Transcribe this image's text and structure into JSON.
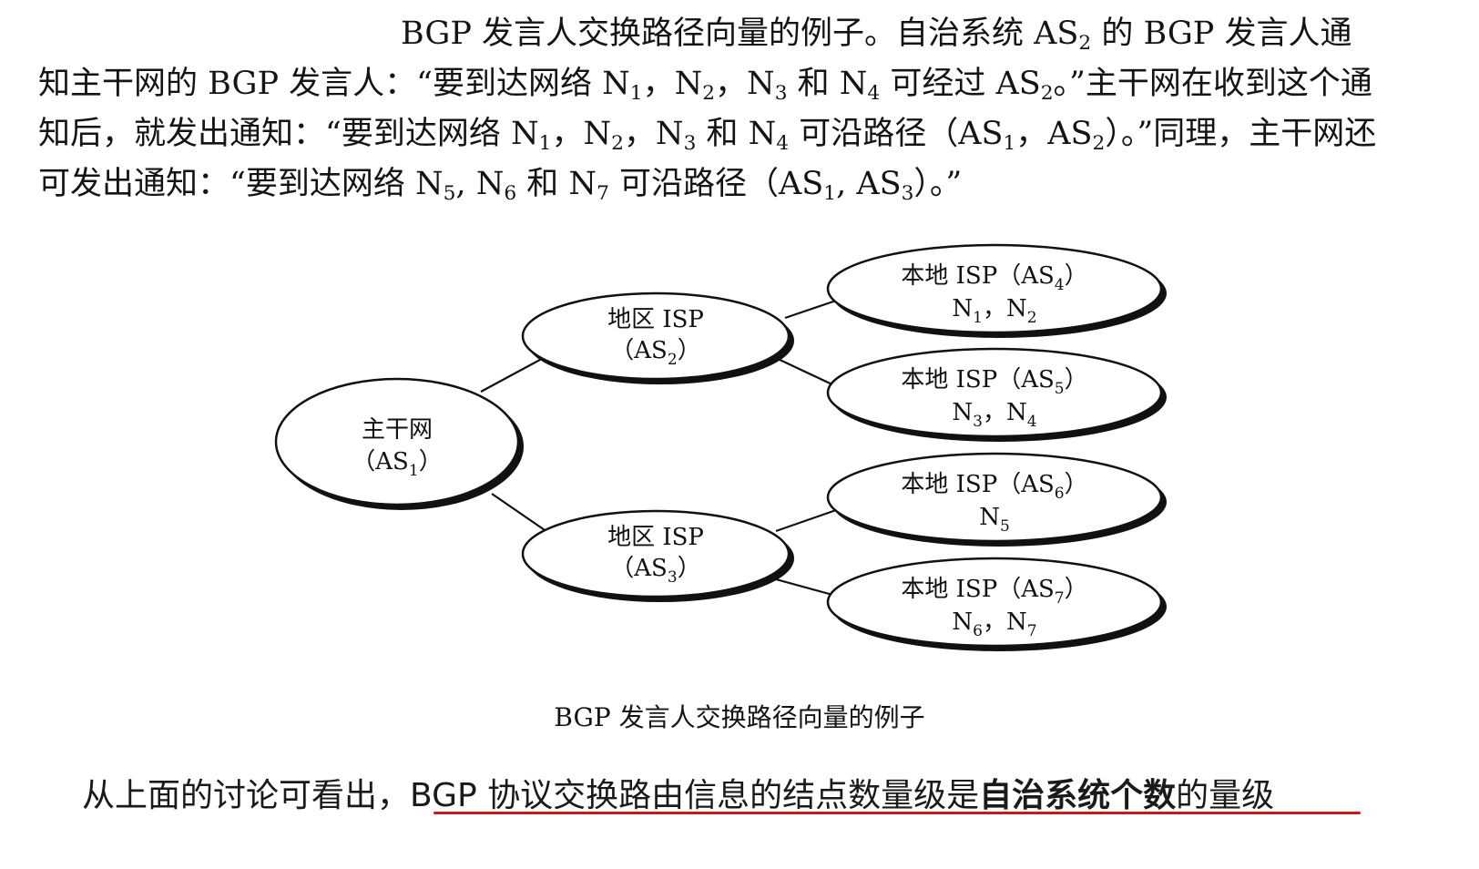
{
  "paragraph": {
    "line1_a": "BGP 发言人交换路径向量的例子。自治系统 AS",
    "line1_sub": "2",
    "line1_b": " 的 BGP 发言人通",
    "line2_a": "知主干网的 BGP 发言人：“要到达网络 N",
    "line2_s1": "1",
    "line2_b": "，N",
    "line2_s2": "2",
    "line2_c": "，N",
    "line2_s3": "3",
    "line2_d": " 和 N",
    "line2_s4": "4",
    "line2_e": " 可经过 AS",
    "line2_s5": "2",
    "line2_f": "。”主干网在收到这个通",
    "line3_a": "知后，就发出通知：“要到达网络 N",
    "line3_s1": "1",
    "line3_b": "，N",
    "line3_s2": "2",
    "line3_c": "，N",
    "line3_s3": "3",
    "line3_d": " 和 N",
    "line3_s4": "4",
    "line3_e": " 可沿路径（AS",
    "line3_s5": "1",
    "line3_f": "，AS",
    "line3_s6": "2",
    "line3_g": "）。”同理，主干网还",
    "line4_a": "可发出通知：“要到达网络 N",
    "line4_s1": "5",
    "line4_b": ", N",
    "line4_s2": "6",
    "line4_c": " 和 N",
    "line4_s3": "7",
    "line4_d": " 可沿路径（AS",
    "line4_s4": "1",
    "line4_e": ", AS",
    "line4_s5": "3",
    "line4_f": "）。”"
  },
  "figure": {
    "backbone": {
      "line1": "主干网",
      "as_a": "（AS",
      "as_sub": "1",
      "as_b": "）"
    },
    "regional_2": {
      "line1": "地区 ISP",
      "as_a": "（AS",
      "as_sub": "2",
      "as_b": "）"
    },
    "regional_3": {
      "line1": "地区 ISP",
      "as_a": "（AS",
      "as_sub": "3",
      "as_b": "）"
    },
    "local_4": {
      "line1_a": "本地 ISP（AS",
      "line1_sub": "4",
      "line1_b": "）",
      "n_a": "N",
      "n_a_sub": "1",
      "sep": "，",
      "n_b": "N",
      "n_b_sub": "2"
    },
    "local_5": {
      "line1_a": "本地 ISP（AS",
      "line1_sub": "5",
      "line1_b": "）",
      "n_a": "N",
      "n_a_sub": "3",
      "sep": "，",
      "n_b": "N",
      "n_b_sub": "4"
    },
    "local_6": {
      "line1_a": "本地 ISP（AS",
      "line1_sub": "6",
      "line1_b": "）",
      "n_a": "N",
      "n_a_sub": "5"
    },
    "local_7": {
      "line1_a": "本地 ISP（AS",
      "line1_sub": "7",
      "line1_b": "）",
      "n_a": "N",
      "n_a_sub": "6",
      "sep": "，",
      "n_b": "N",
      "n_b_sub": "7"
    },
    "caption": "BGP 发言人交换路径向量的例子"
  },
  "note": {
    "prefix": "从上面的讨论可看出，",
    "middle": "BGP  协议交换路由信息的结点数量级是",
    "bold": "自治系统个数",
    "suffix": "的量级",
    "underline_color": "#d0141c"
  }
}
